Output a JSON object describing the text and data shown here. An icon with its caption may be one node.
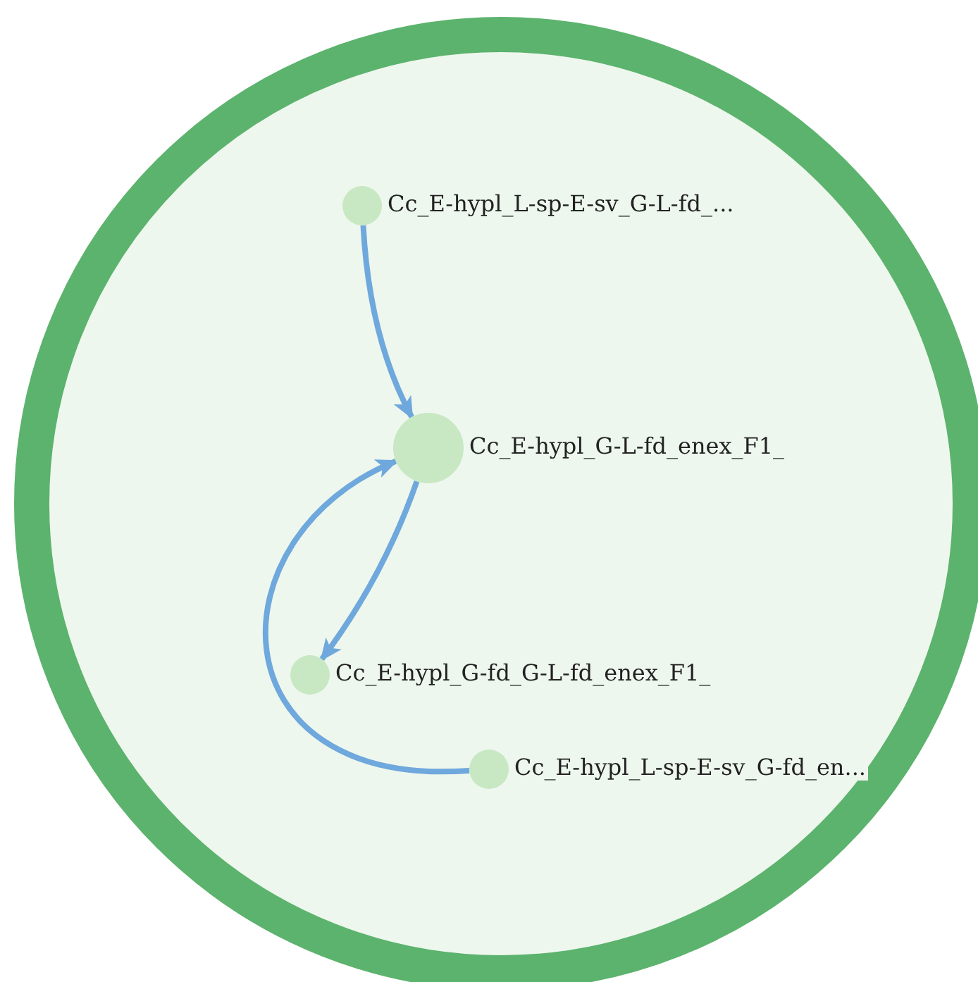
{
  "diagram": {
    "nodes": [
      {
        "text": [],
        "shape": "circle"
      },
      {
        "text": [
          "Cc_E-hypl_L-sp-E-sv_G-L-fd_..."
        ],
        "in": 0
      },
      {
        "text": [
          "Cc_E-hypl_G-L-fd_enex_F1_"
        ],
        "in": 0
      },
      {
        "text": [
          "Cc_E-hypl_G-fd_G-L-fd_enex_F1_"
        ],
        "in": 0
      },
      {
        "text": [
          "Cc_E-hypl_L-sp-E-sv_G-fd_en..."
        ],
        "in": 0
      }
    ],
    "edges": [
      {
        "from": 1,
        "to": 2,
        "arrow": "to"
      },
      {
        "from": 2,
        "to": 3,
        "arrow": "to"
      },
      {
        "from": 4,
        "to": 2,
        "arrow": "to"
      }
    ]
  }
}
